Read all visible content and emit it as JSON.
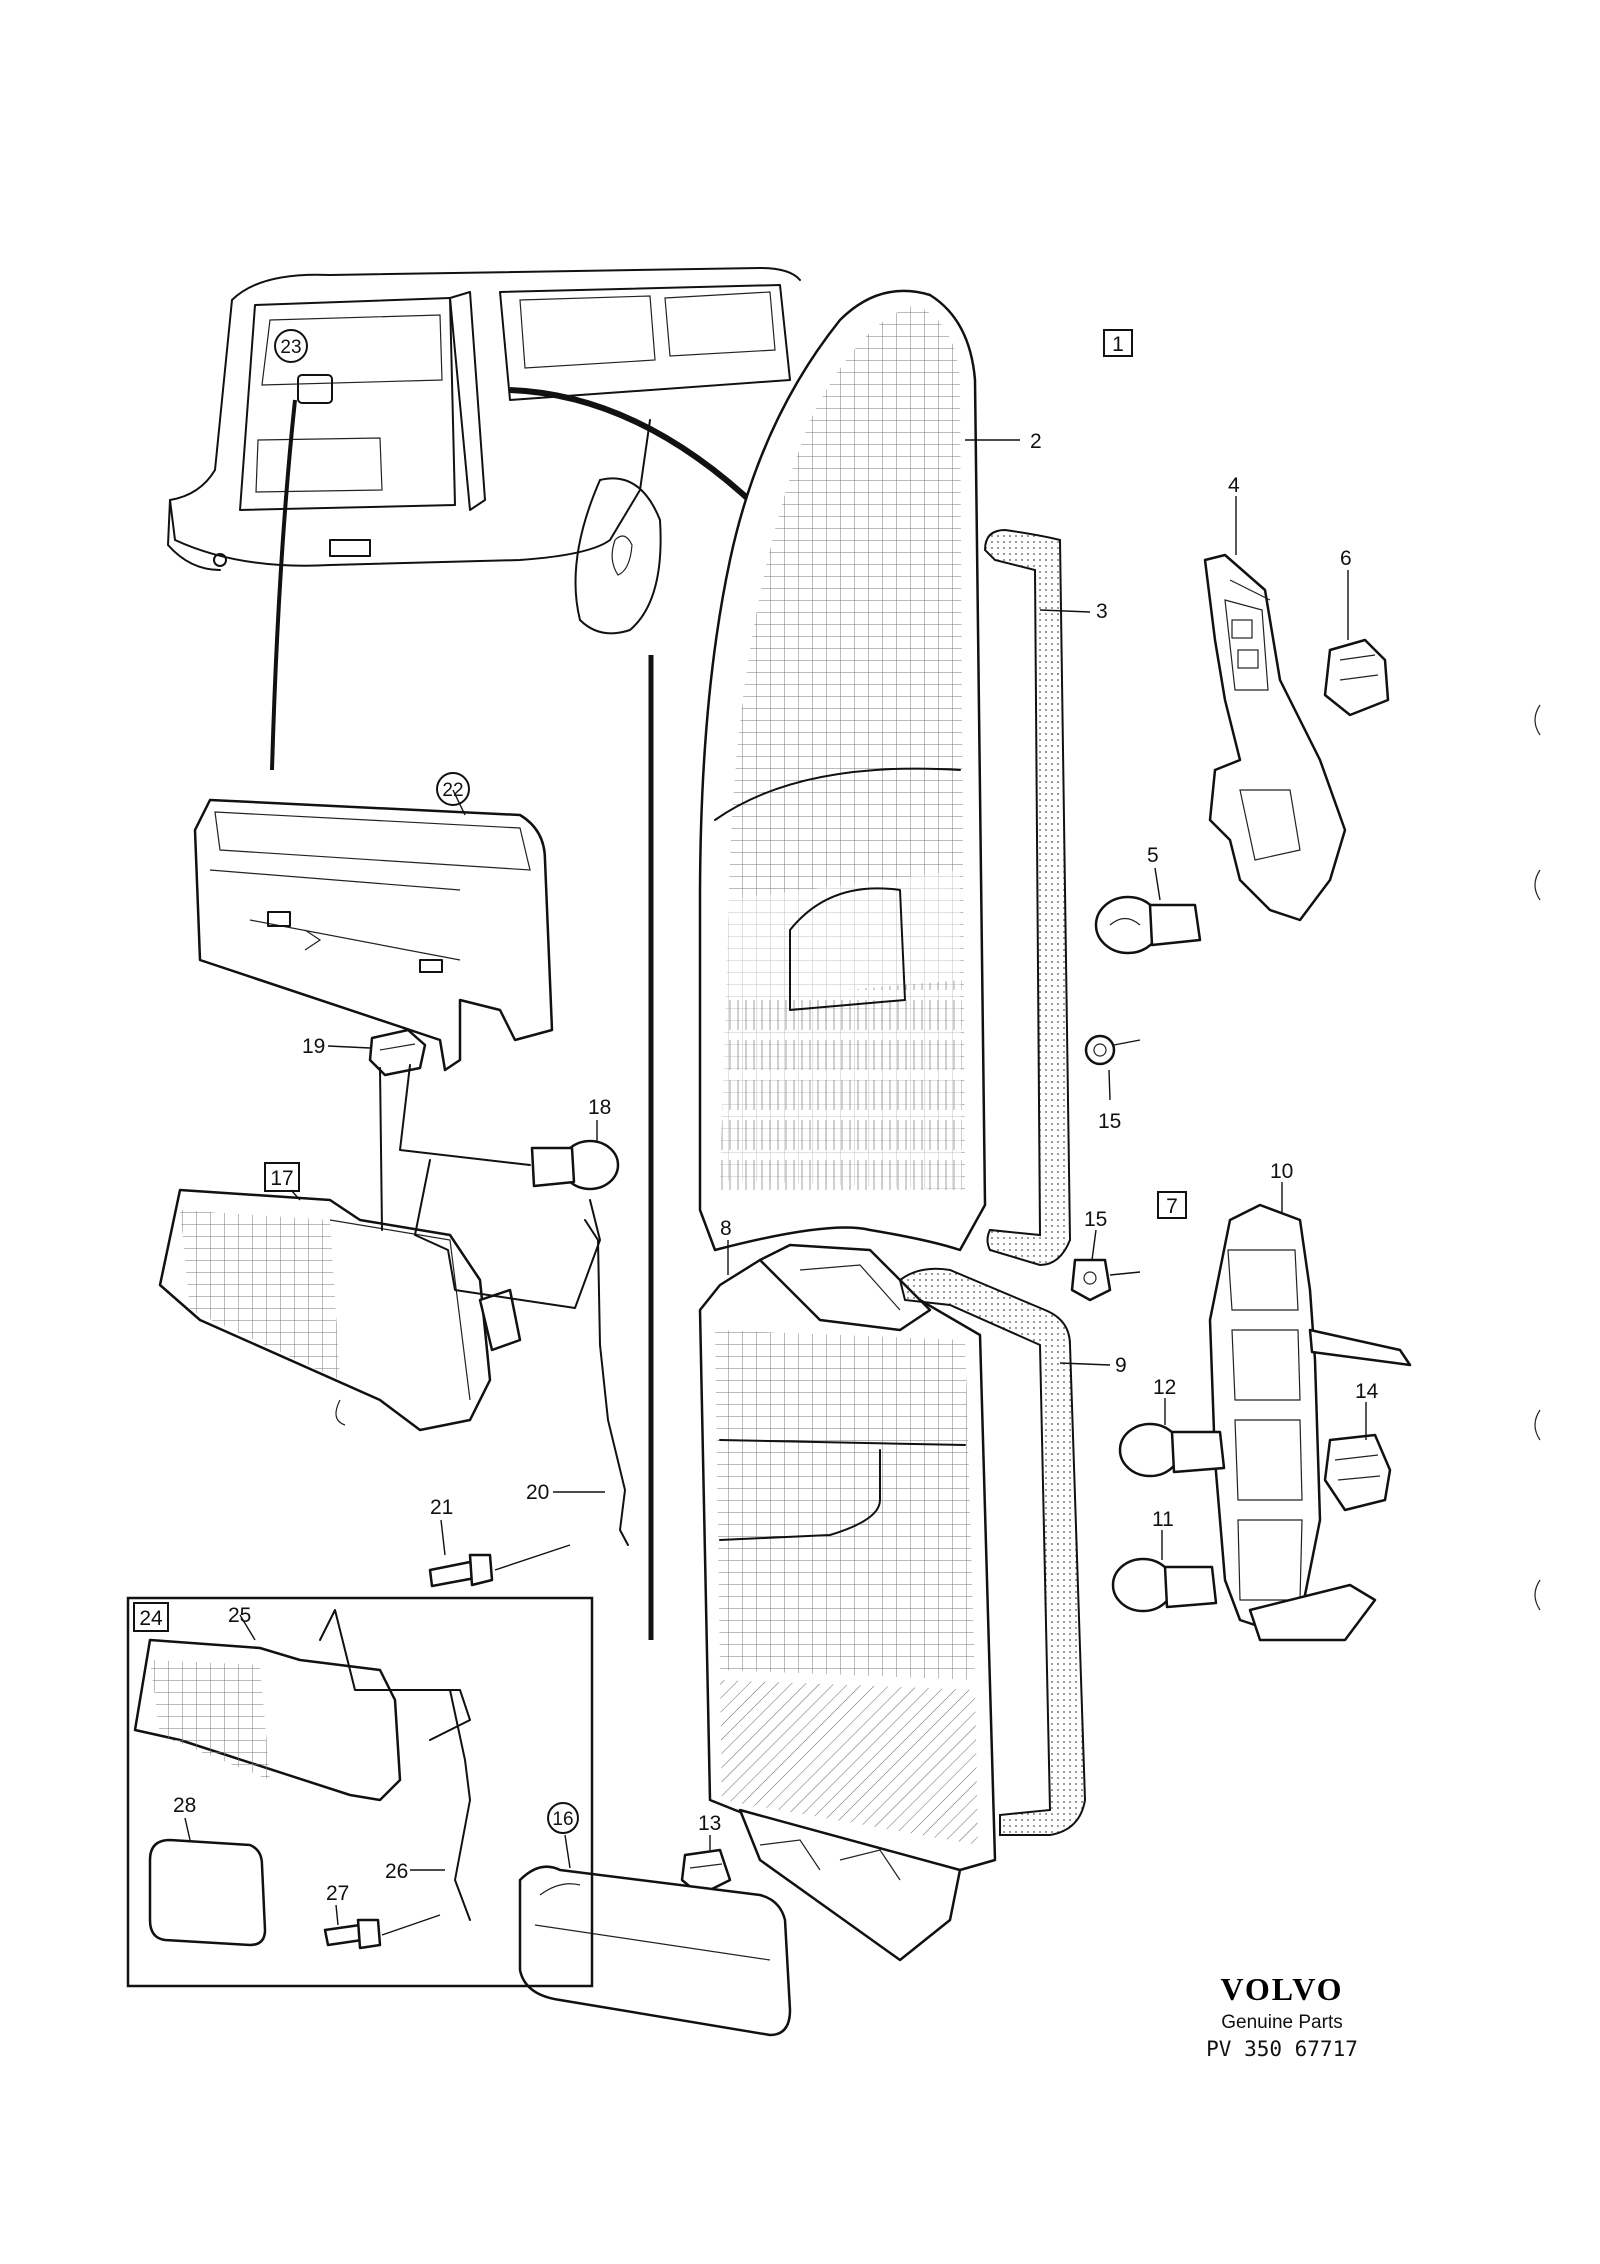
{
  "brand": {
    "name": "VOLVO",
    "subtitle": "Genuine Parts",
    "code": "PV 350 67717"
  },
  "callouts": [
    {
      "id": "c1",
      "text": "1",
      "style": "box"
    },
    {
      "id": "c2",
      "text": "2",
      "style": "plain"
    },
    {
      "id": "c3",
      "text": "3",
      "style": "plain"
    },
    {
      "id": "c4",
      "text": "4",
      "style": "plain"
    },
    {
      "id": "c5",
      "text": "5",
      "style": "plain"
    },
    {
      "id": "c6",
      "text": "6",
      "style": "plain"
    },
    {
      "id": "c7",
      "text": "7",
      "style": "box"
    },
    {
      "id": "c8",
      "text": "8",
      "style": "plain"
    },
    {
      "id": "c9",
      "text": "9",
      "style": "plain"
    },
    {
      "id": "c10",
      "text": "10",
      "style": "plain"
    },
    {
      "id": "c11",
      "text": "11",
      "style": "plain"
    },
    {
      "id": "c12",
      "text": "12",
      "style": "plain"
    },
    {
      "id": "c13",
      "text": "13",
      "style": "plain"
    },
    {
      "id": "c14",
      "text": "14",
      "style": "plain"
    },
    {
      "id": "c15a",
      "text": "15",
      "style": "plain"
    },
    {
      "id": "c15b",
      "text": "15",
      "style": "plain"
    },
    {
      "id": "c16",
      "text": "16",
      "style": "circle"
    },
    {
      "id": "c17",
      "text": "17",
      "style": "box"
    },
    {
      "id": "c18",
      "text": "18",
      "style": "plain"
    },
    {
      "id": "c19",
      "text": "19",
      "style": "plain"
    },
    {
      "id": "c20",
      "text": "20",
      "style": "plain"
    },
    {
      "id": "c21",
      "text": "21",
      "style": "plain"
    },
    {
      "id": "c22",
      "text": "22",
      "style": "circle"
    },
    {
      "id": "c23",
      "text": "23",
      "style": "circle"
    },
    {
      "id": "c24",
      "text": "24",
      "style": "box"
    },
    {
      "id": "c25",
      "text": "25",
      "style": "plain"
    },
    {
      "id": "c26",
      "text": "26",
      "style": "plain"
    },
    {
      "id": "c27",
      "text": "27",
      "style": "plain"
    },
    {
      "id": "c28",
      "text": "28",
      "style": "plain"
    }
  ]
}
